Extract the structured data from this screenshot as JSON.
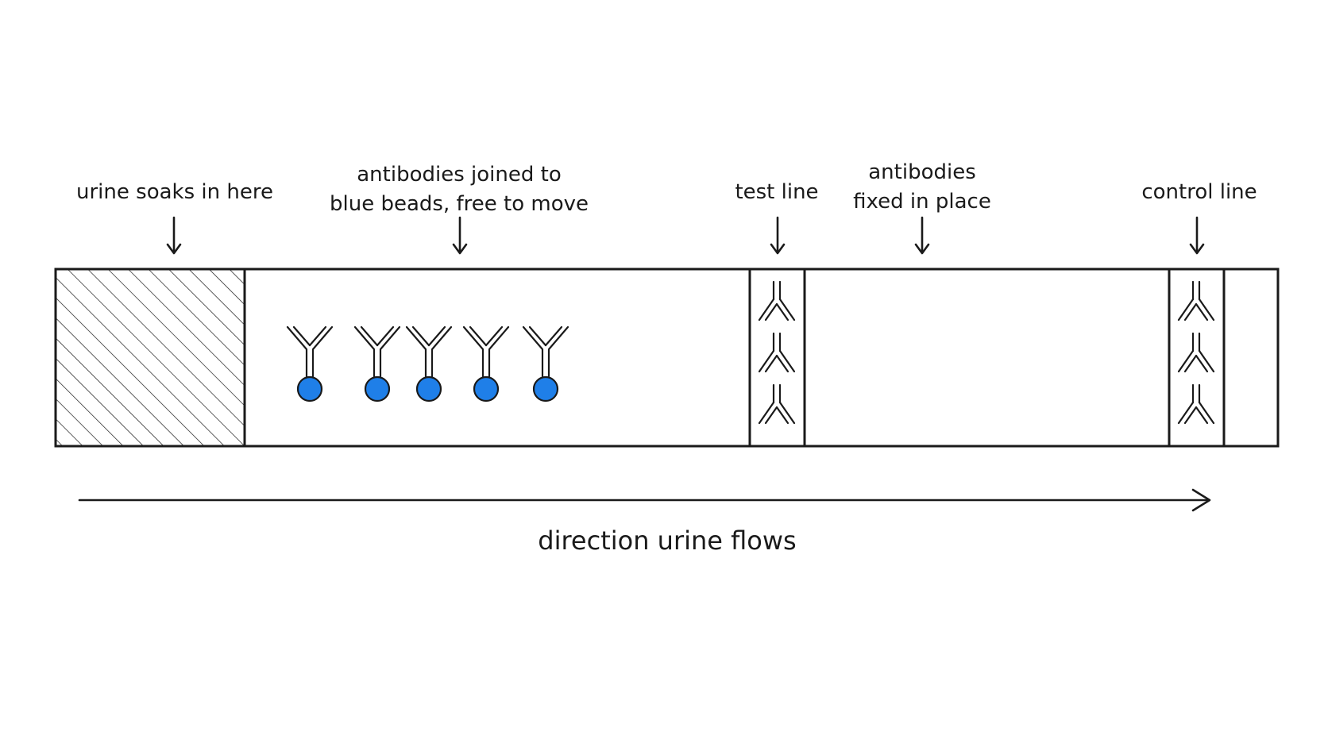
{
  "labels": {
    "absorbent": "urine soaks in here",
    "mobile_line1": "antibodies joined to",
    "mobile_line2": "blue beads, free to move",
    "test_line": "test line",
    "fixed_line1": "antibodies",
    "fixed_line2": "fixed in place",
    "control_line": "control line",
    "flow": "direction urine flows"
  },
  "counts": {
    "bead_antibodies": 5,
    "test_line_antibodies": 3,
    "control_line_antibodies": 3
  },
  "colors": {
    "bead": "#1f7fe8",
    "ink": "#1a1a1a",
    "background": "#ffffff"
  }
}
